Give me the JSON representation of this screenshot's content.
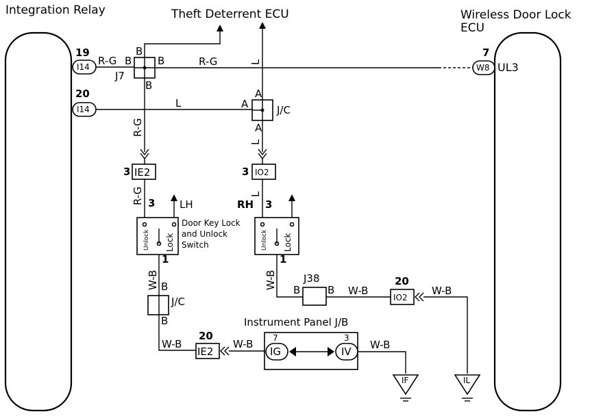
{
  "components": {
    "integration_relay": "Integration Relay",
    "theft_ecu": "Theft Deterrent ECU",
    "wireless_ecu_line1": "Wireless Door Lock",
    "wireless_ecu_line2": "ECU",
    "switch_line1": "Door Key Lock",
    "switch_line2": "and Unlock",
    "switch_line3": "Switch",
    "ip_jb": "Instrument Panel J/B"
  },
  "connectors": {
    "i14": "I14",
    "w8": "W8",
    "ul3": "UL3",
    "ie2": "IE2",
    "io2": "IO2",
    "ig": "IG",
    "iv": "IV",
    "if": "IF",
    "il": "IL",
    "j7": "J7",
    "jc": "J/C",
    "j38": "J38"
  },
  "pins": {
    "p19": "19",
    "p20": "20",
    "p7": "7",
    "p3": "3",
    "p1": "1"
  },
  "wires": {
    "rg": "R-G",
    "l": "L",
    "b": "B",
    "a": "A",
    "wb": "W-B"
  },
  "switch_labels": {
    "lh": "LH",
    "rh": "RH",
    "unlock": "Unlock",
    "lock": "Lock"
  }
}
